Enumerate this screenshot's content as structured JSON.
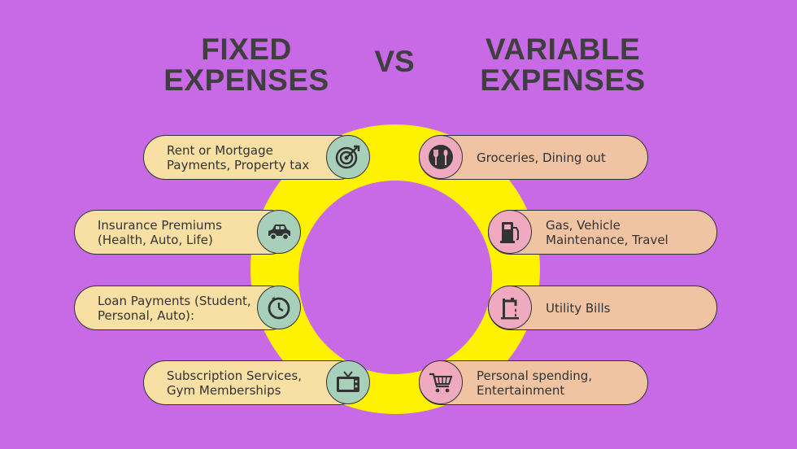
{
  "heading_left": "FIXED\nEXPENSES",
  "heading_vs": "VS",
  "heading_right": "VARIABLE\nEXPENSES",
  "fixed": [
    {
      "label": "Rent or Mortgage\nPayments, Property tax",
      "icon": "target-icon"
    },
    {
      "label": "Insurance Premiums\n(Health, Auto, Life)",
      "icon": "car-icon"
    },
    {
      "label": "Loan Payments (Student,\nPersonal, Auto):",
      "icon": "clock-icon"
    },
    {
      "label": "Subscription Services,\nGym Memberships",
      "icon": "tv-icon"
    }
  ],
  "variable": [
    {
      "label": "Groceries, Dining out",
      "icon": "dining-icon"
    },
    {
      "label": "Gas, Vehicle\nMaintenance, Travel",
      "icon": "fuel-pump-icon"
    },
    {
      "label": "Utility Bills",
      "icon": "water-tap-icon"
    },
    {
      "label": "Personal spending,\nEntertainment",
      "icon": "shopping-cart-icon"
    }
  ],
  "colors": {
    "background": "#c86ae6",
    "ring": "#fff200",
    "fixed_pill": "#f8e0a4",
    "variable_pill": "#f0c3a2",
    "fixed_icon": "#a8cfba",
    "variable_icon": "#f0aac0",
    "text": "#3f3f3f"
  }
}
